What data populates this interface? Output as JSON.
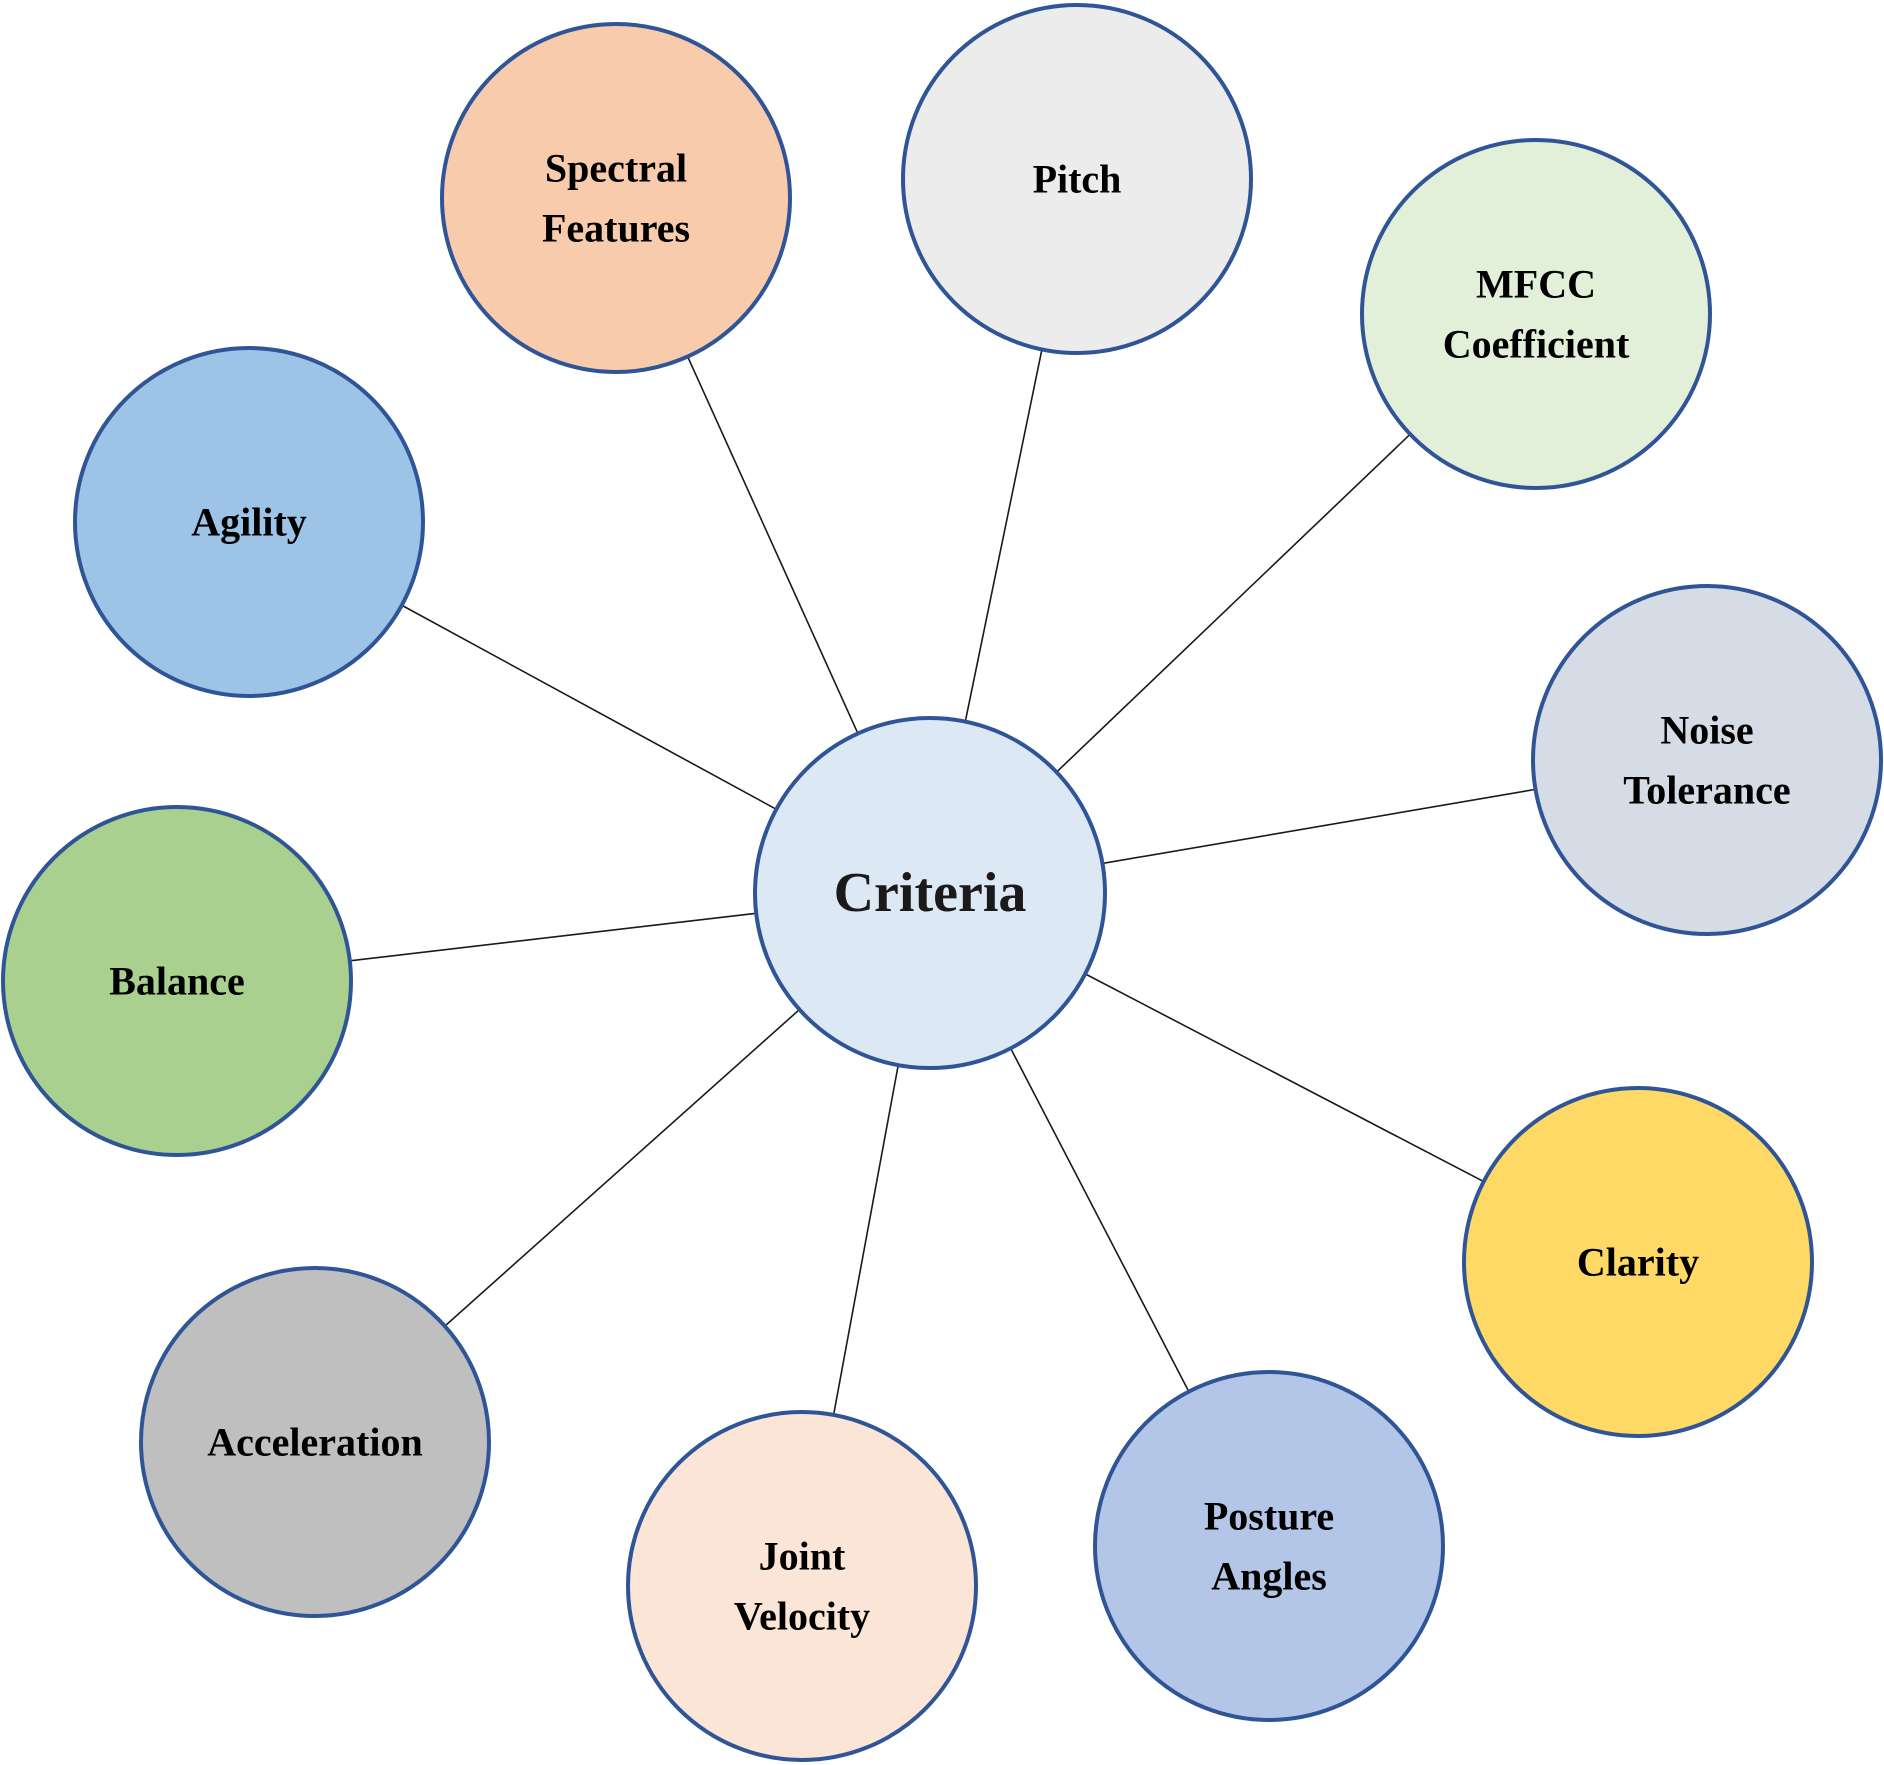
{
  "center": {
    "label": [
      "Criteria"
    ],
    "color": "#dde8f5"
  },
  "nodes": [
    {
      "id": "spectral-features",
      "label": [
        "Spectral",
        "Features"
      ],
      "color": "#f7cbac"
    },
    {
      "id": "pitch",
      "label": [
        "Pitch"
      ],
      "color": "#ececec"
    },
    {
      "id": "mfcc-coefficient",
      "label": [
        "MFCC",
        "Coefficient"
      ],
      "color": "#e2efd9"
    },
    {
      "id": "noise-tolerance",
      "label": [
        "Noise",
        "Tolerance"
      ],
      "color": "#d6dce5"
    },
    {
      "id": "clarity",
      "label": [
        "Clarity"
      ],
      "color": "#ffd966"
    },
    {
      "id": "posture-angles",
      "label": [
        "Posture",
        "Angles"
      ],
      "color": "#b4c6e7"
    },
    {
      "id": "joint-velocity",
      "label": [
        "Joint",
        "Velocity"
      ],
      "color": "#fbe5d6"
    },
    {
      "id": "acceleration",
      "label": [
        "Acceleration"
      ],
      "color": "#bfbfbf"
    },
    {
      "id": "balance",
      "label": [
        "Balance"
      ],
      "color": "#a9d08e"
    },
    {
      "id": "agility",
      "label": [
        "Agility"
      ],
      "color": "#9dc3e6"
    }
  ],
  "colors": {
    "outline": "#2f5597",
    "connector": "#1a1a1a"
  }
}
